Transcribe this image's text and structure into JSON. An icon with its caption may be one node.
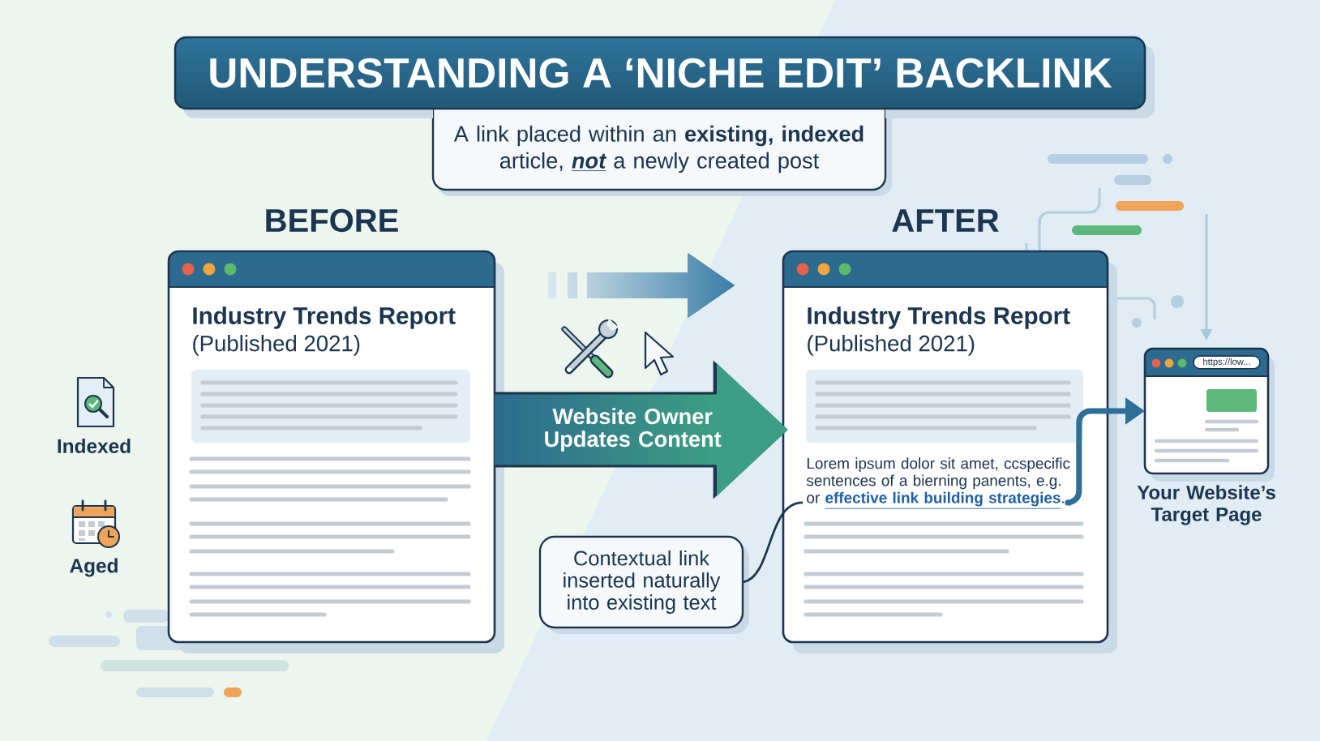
{
  "diagram": {
    "title": "UNDERSTANDING A ‘NICHE EDIT’ BACKLINK",
    "nodes": [
      {
        "text": [
          "A link placed within an **existing, indexed** article, *not* a newly created post"
        ]
      },
      {
        "text": [
          "BEFORE",
          "Industry Trends Report",
          "(Published 2021)"
        ]
      },
      {
        "text": [
          "AFTER",
          "Industry Trends Report",
          "(Published 2021)"
        ]
      },
      {
        "text": [
          "Lorem ipsum dolor sit amet, ccspecific sentences of a bierning panents, e.g. or **effective link building strategies**."
        ],
        "in": 2
      },
      {
        "text": [
          "https://low...",
          "Your Website’s Target Page"
        ]
      },
      {
        "text": [
          "Contextual link inserted naturally into existing text"
        ]
      }
    ],
    "edges": [
      {
        "from": 1,
        "to": 2,
        "arrow": "to",
        "label": "Website Owner Updates Content",
        "style": "thick",
        "color": "#3c9e82"
      },
      {
        "from": 5,
        "to": 3,
        "arrow": "none",
        "color": "#1c3550"
      },
      {
        "from": 3,
        "to": 4,
        "arrow": "to",
        "style": "thick",
        "color": "#2d6f96"
      },
      {
        "from": null,
        "to": 4,
        "arrow": "to",
        "color": "#a9c8dc"
      }
    ],
    "labels": [
      "Indexed",
      "Aged"
    ]
  }
}
